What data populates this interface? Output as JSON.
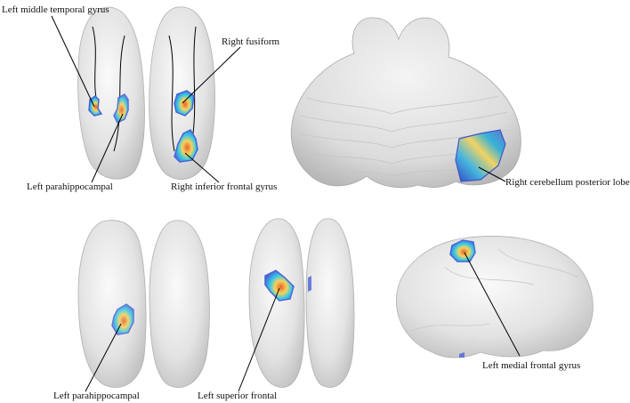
{
  "labels": {
    "left_middle_temporal_gyrus": "Left middle temporal gyrus",
    "right_fusiform": "Right fusiform",
    "left_parahippocampal_top": "Left parahippocampal",
    "right_inferior_frontal_gyrus": "Right inferior frontal gyrus",
    "right_cerebellum_posterior_lobe": "Right cerebellum posterior lobe",
    "left_parahippocampal_bottom": "Left parahippocampal",
    "left_superior_frontal": "Left superior frontal",
    "left_medial_frontal_gyrus": "Left medial frontal gyrus"
  },
  "colors": {
    "brain_light": "#f2f2f2",
    "brain_mid": "#d4d4d4",
    "brain_dark": "#a9a9a9",
    "blob_outer": "#4b63d6",
    "blob_mid": "#35c8e6",
    "blob_inner": "#f4d35e",
    "blob_core": "#e8632b"
  }
}
